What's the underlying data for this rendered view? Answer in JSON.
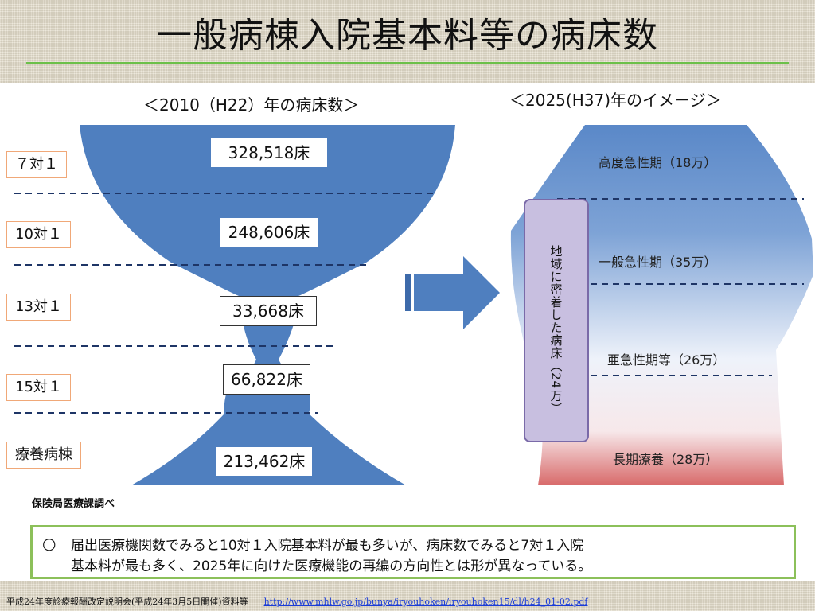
{
  "title": "一般病棟入院基本料等の病床数",
  "left": {
    "heading": "＜2010（H22）年の病床数＞",
    "rows": [
      {
        "label": "７対１",
        "count": "328,518床"
      },
      {
        "label": "10対１",
        "count": "248,606床"
      },
      {
        "label": "13対１",
        "count": "33,668床"
      },
      {
        "label": "15対１",
        "count": "66,822床"
      },
      {
        "label": "療養病棟",
        "count": "213,462床"
      }
    ],
    "source": "保険局医療課調べ"
  },
  "right": {
    "heading": "＜2025(H37)年のイメージ＞",
    "phases": [
      "高度急性期（18万）",
      "一般急性期（35万）",
      "亜急性期等（26万）",
      "長期療養（28万）"
    ],
    "community": "地域に密着した病床（24万）"
  },
  "summary": {
    "mark": "○",
    "line1": "届出医療機関数でみると10対１入院基本料が最も多いが、病床数でみると7対１入院",
    "line2": "基本料が最も多く、2025年に向けた医療機能の再編の方向性とは形が異なっている。"
  },
  "footer": {
    "text": "平成24年度診療報酬改定説明会(平成24年3月5日開催)資料等",
    "link": "http://www.mhlw.go.jp/bunya/iryouhoken/iryouhoken15/dl/h24_01-02.pdf"
  },
  "colors": {
    "funnel": "#4f7fbf",
    "label_border": "#f0a878",
    "title_rule": "#6cc04a",
    "summary_border": "#8cc05a",
    "community_fill": "#c8bfe0",
    "long_term": "#e07070"
  }
}
